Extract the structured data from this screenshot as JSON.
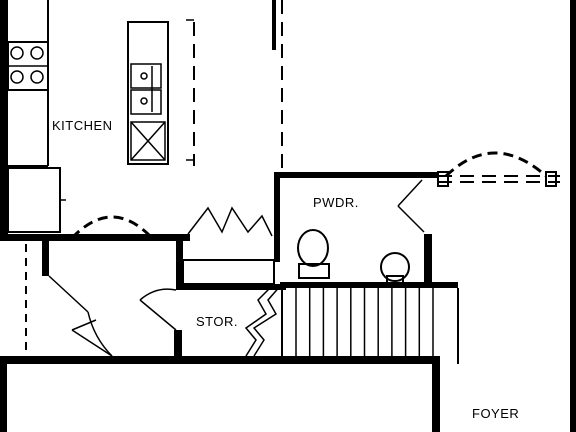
{
  "rooms": {
    "kitchen": "KITCHEN",
    "powder": "PWDR.",
    "storage": "STOR.",
    "foyer": "FOYER"
  },
  "colors": {
    "line": "#000000",
    "background": "#ffffff"
  }
}
